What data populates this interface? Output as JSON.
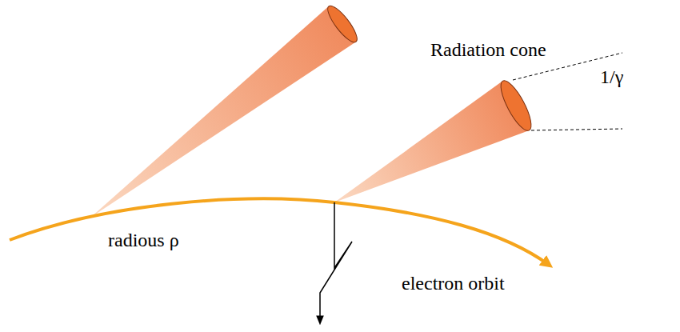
{
  "diagram": {
    "labels": [
      "Radiation cone",
      "1/γ",
      "radious ρ",
      "electron orbit"
    ]
  }
}
